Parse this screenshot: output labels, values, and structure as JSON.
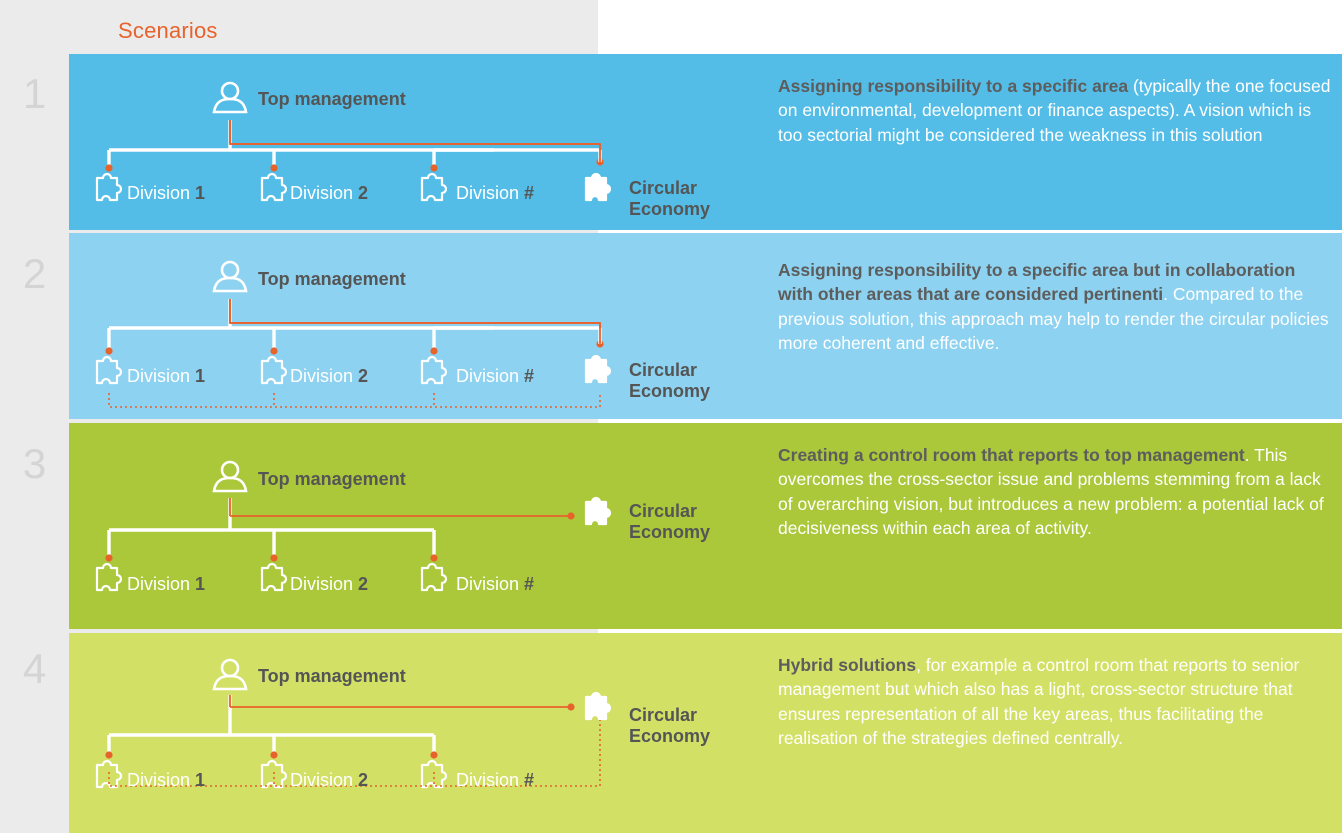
{
  "header": {
    "title": "Scenarios"
  },
  "scenarios": [
    {
      "number": "1",
      "top": "Top management",
      "divisions": [
        {
          "name": "Division",
          "num": "1"
        },
        {
          "name": "Division",
          "num": "2"
        },
        {
          "name": "Division",
          "num": "#"
        }
      ],
      "ce": [
        "Circular",
        "Economy"
      ],
      "desc_bold": "Assigning responsibility to a specific area",
      "desc_text": " (typically the one focused on environmental, development or finance aspects). A vision which is too sectorial might be considered the weakness in this solution",
      "bg": "#53bde7"
    },
    {
      "number": "2",
      "top": "Top management",
      "divisions": [
        {
          "name": "Division",
          "num": "1"
        },
        {
          "name": "Division",
          "num": "2"
        },
        {
          "name": "Division",
          "num": "#"
        }
      ],
      "ce": [
        "Circular",
        "Economy"
      ],
      "desc_bold": "Assigning responsibility to a specific area but in collaboration with other areas that are considered pertinenti",
      "desc_text": ". Compared to the previous solution, this approach may help to render the circular policies more coherent and effective.",
      "bg": "#8dd2f0"
    },
    {
      "number": "3",
      "top": "Top management",
      "divisions": [
        {
          "name": "Division",
          "num": "1"
        },
        {
          "name": "Division",
          "num": "2"
        },
        {
          "name": "Division",
          "num": "#"
        }
      ],
      "ce": [
        "Circular",
        "Economy"
      ],
      "desc_bold": "Creating a control room that reports to top management",
      "desc_text": ". This overcomes the cross-sector issue and problems stemming from a lack of overarching vision, but introduces a new problem: a potential lack of decisiveness within each area of activity.",
      "bg": "#aac83a"
    },
    {
      "number": "4",
      "top": "Top management",
      "divisions": [
        {
          "name": "Division",
          "num": "1"
        },
        {
          "name": "Division",
          "num": "2"
        },
        {
          "name": "Division",
          "num": "#"
        }
      ],
      "ce": [
        "Circular",
        "Economy"
      ],
      "desc_bold": "Hybrid solutions",
      "desc_text": ", for example a control room that reports to senior management but which also has a light, cross-sector structure that ensures representation of all the key areas, thus facilitating the realisation of the strategies defined centrally.",
      "bg": "#d2e066"
    }
  ],
  "colors": {
    "accent": "#e8622c",
    "text_dark": "#555555",
    "line": "#ffffff"
  },
  "icons": {
    "person": "person-icon",
    "puzzle": "puzzle-piece-icon"
  }
}
